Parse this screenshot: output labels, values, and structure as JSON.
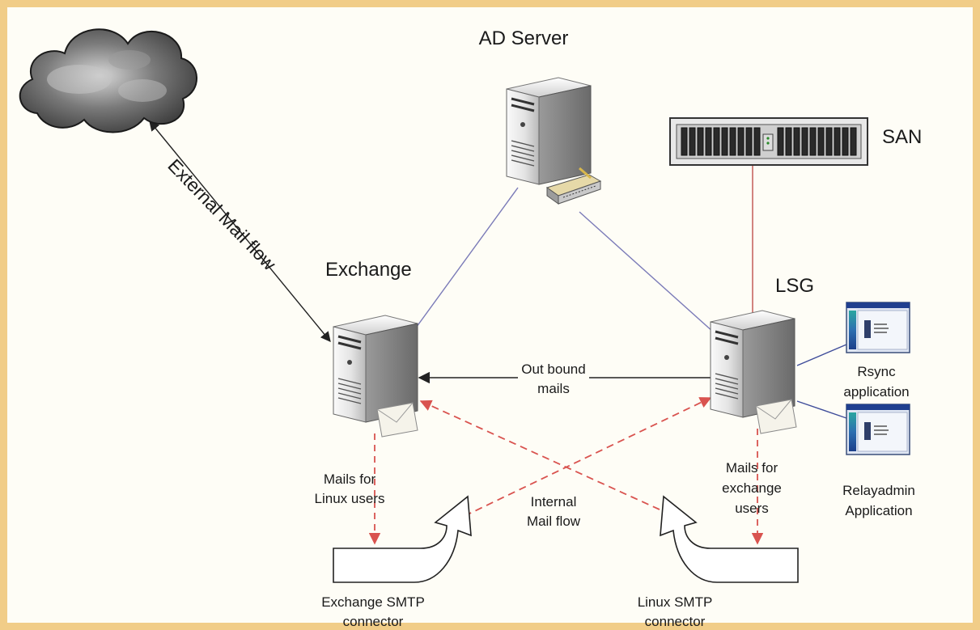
{
  "colors": {
    "background": "#fefdf6",
    "border": "#f1cd88",
    "link_line": "#7b7bb8",
    "san_line": "#c0504d",
    "internal_flow": "#d9534f",
    "outbound_arrow": "#222222"
  },
  "icons": [
    "cloud-icon",
    "server-icon",
    "storage-array-icon",
    "application-window-icon",
    "envelope-icon",
    "modem-icon",
    "connector-arrow-icon"
  ],
  "nodes": {
    "internet": {
      "label": "",
      "icon": "cloud-icon"
    },
    "ad_server": {
      "label": "AD Server",
      "icon": "server-icon"
    },
    "san": {
      "label": "SAN",
      "icon": "storage-array-icon"
    },
    "exchange": {
      "label": "Exchange",
      "icon": "server-icon"
    },
    "lsg": {
      "label": "LSG",
      "icon": "server-icon"
    },
    "rsync": {
      "label_line1": "Rsync",
      "label_line2": "application",
      "icon": "application-window-icon"
    },
    "relayadmin": {
      "label_line1": "Relayadmin",
      "label_line2": "Application",
      "icon": "application-window-icon"
    },
    "exchange_connector": {
      "label_line1": "Exchange SMTP",
      "label_line2": "connector",
      "icon": "connector-arrow-icon"
    },
    "linux_connector": {
      "label_line1": "Linux SMTP",
      "label_line2": "connector",
      "icon": "connector-arrow-icon"
    }
  },
  "edges": {
    "external": {
      "label": "External Mail flow"
    },
    "outbound": {
      "label_line1": "Out bound",
      "label_line2": "mails"
    },
    "internal": {
      "label_line1": "Internal",
      "label_line2": "Mail flow"
    },
    "mails_linux": {
      "label_line1": "Mails for",
      "label_line2": "Linux users"
    },
    "mails_exchange": {
      "label_line1": "Mails for",
      "label_line2": "exchange",
      "label_line3": "users"
    }
  }
}
